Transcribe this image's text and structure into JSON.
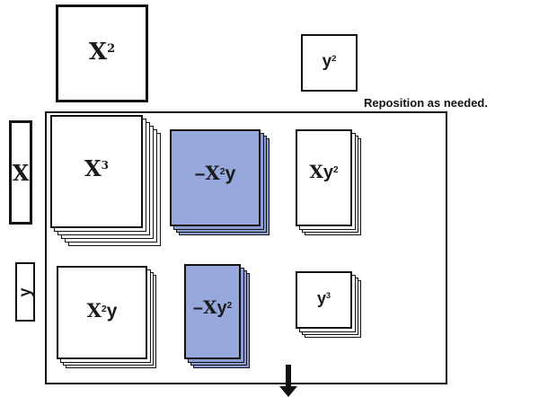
{
  "tiles": {
    "x2": {
      "base": "X",
      "exp": "2"
    },
    "y2": {
      "base": "y",
      "exp": "2"
    },
    "x": {
      "base": "X"
    },
    "y": {
      "base": "y"
    }
  },
  "instruction": "Reposition as needed.",
  "cubes": {
    "x3": {
      "base": "X",
      "exp": "3"
    },
    "neg_x2y": {
      "sign": "–",
      "base": "X",
      "exp": "2",
      "var": "y"
    },
    "xy2": {
      "base": "X",
      "var": "y",
      "exp": "2"
    },
    "x2y": {
      "base": "X",
      "exp": "2",
      "var": "y"
    },
    "neg_xy2": {
      "sign": "–",
      "base": "X",
      "var": "y",
      "exp": "2"
    },
    "y3": {
      "base": "y",
      "exp": "3"
    }
  },
  "colors": {
    "negative": "#97a8dc",
    "positive": "#ffffff",
    "outline": "#111111"
  },
  "icons": {
    "arrow": "arrow-down-icon"
  }
}
